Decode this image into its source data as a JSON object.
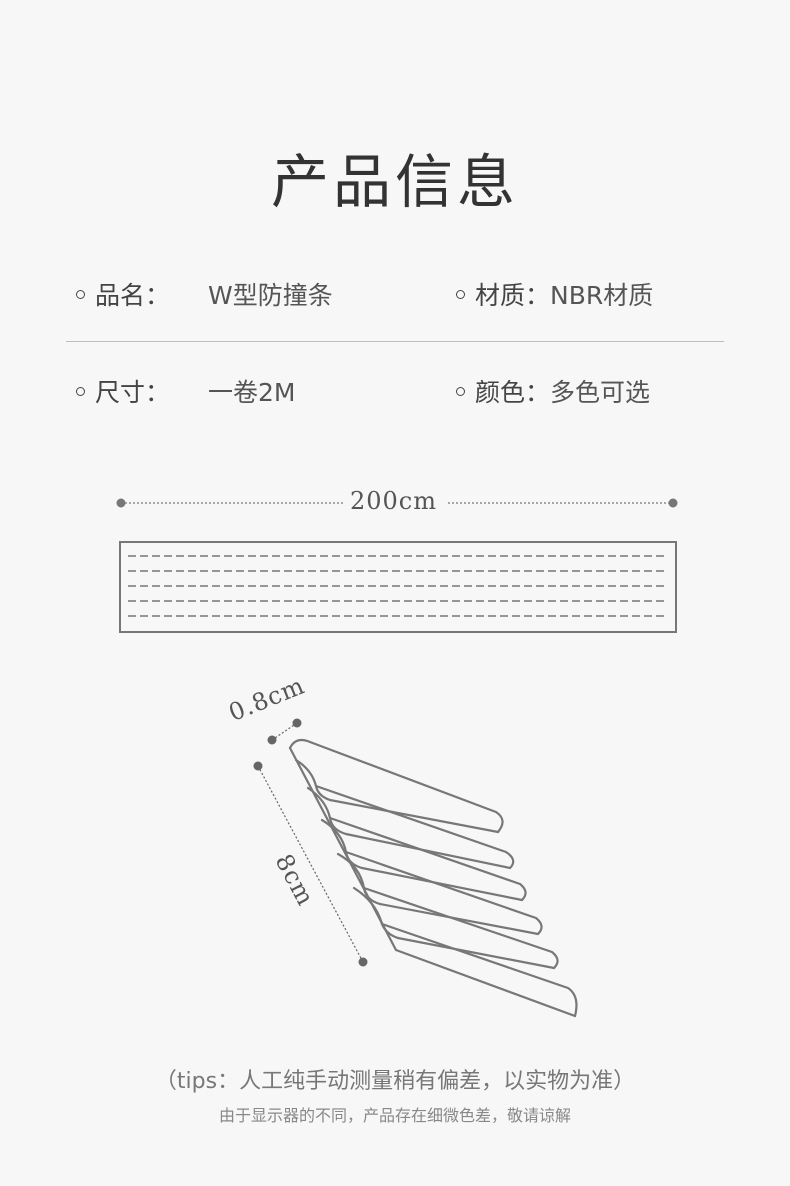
{
  "title": "产品信息",
  "specs": {
    "name_label": "品名：",
    "name_value": "W型防撞条",
    "material_label": "材质：",
    "material_value": "NBR材质",
    "size_label": "尺寸：",
    "size_value": "一卷2M",
    "color_label": "颜色：",
    "color_value": "多色可选"
  },
  "dimensions": {
    "length": "200cm",
    "thickness": "0.8cm",
    "width": "8cm"
  },
  "tips": {
    "line1": "（tips：人工纯手动测量稍有偏差，以实物为准）",
    "line2": "由于显示器的不同，产品存在细微色差，敬请谅解"
  }
}
